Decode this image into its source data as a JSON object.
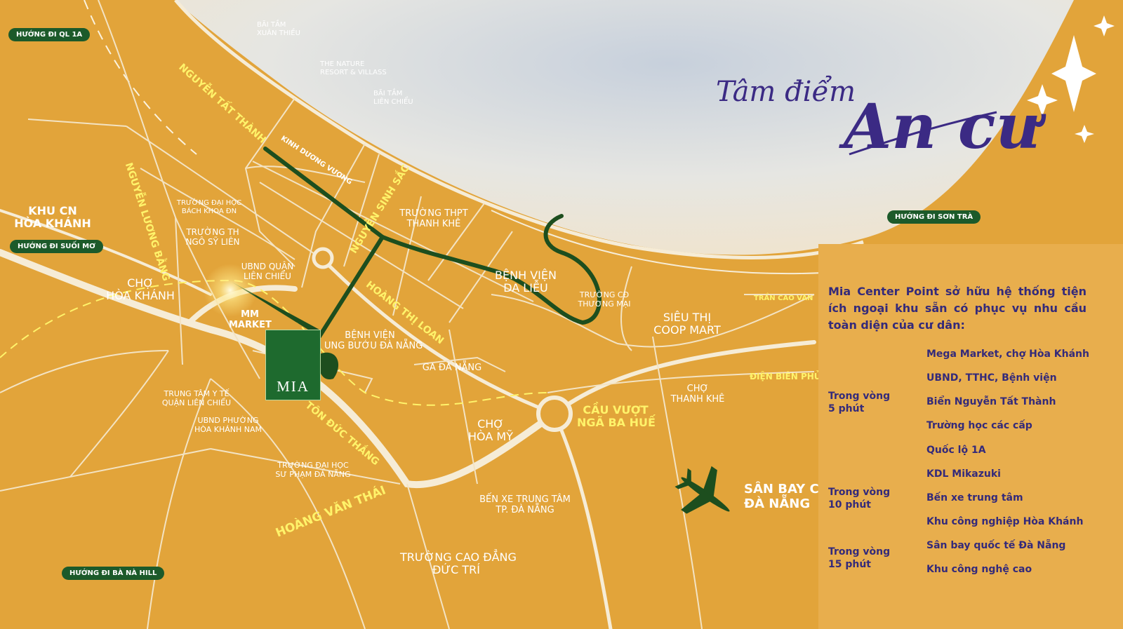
{
  "title": {
    "line1": "Tâm điểm",
    "line2": "An cư"
  },
  "logo": {
    "text": "MIA"
  },
  "directions": {
    "ql1a": "HƯỚNG ĐI QL 1A",
    "suoi_mo": "HƯỚNG ĐI SUỐI MƠ",
    "son_tra": "HƯỚNG ĐI SƠN TRÀ",
    "ba_na": "HƯỚNG ĐI BÀ NÀ HILL"
  },
  "streets": {
    "nguyen_tat_thanh": "NGUYỄN TẤT THÀNH",
    "nguyen_luong_bang": "NGUYỄN LƯƠNG BẰNG",
    "kinh_duong_vuong": "KINH DƯƠNG VƯƠNG",
    "nguyen_sinh_sac": "NGUYỄN SINH SẮC",
    "hoang_thi_loan": "HOÀNG THỊ LOAN",
    "ton_duc_thang": "TÔN ĐỨC THẮNG",
    "hoang_van_thai": "HOÀNG VĂN THÁI",
    "tran_cao_van": "TRẦN CAO VÂN",
    "dien_bien_phu": "ĐIỆN BIÊN PHỦ"
  },
  "places": {
    "bai_tam_xuan_thieu": "BÃI TẮM\nXUÂN THIỀU",
    "nature_resort": "THE NATURE\nRESORT & VILLASS",
    "bai_tam_lien_chieu": "BÃI TẮM\nLIÊN CHIỂU",
    "khu_cn_hoa_khanh": "KHU CN\nHÒA KHÁNH",
    "dh_bach_khoa": "TRƯỜNG ĐẠI HỌC\nBÁCH KHOA ĐN",
    "th_ngo_sy_lien": "TRƯỜNG TH\nNGÔ SỸ LIÊN",
    "ubnd_lien_chieu": "UBND QUẬN\nLIÊN CHIỂU",
    "cho_hoa_khanh": "CHỢ\nHÒA KHÁNH",
    "mm_market": "MM\nMARKET",
    "thpt_thanh_khe": "TRƯỜNG THPT\nTHANH KHÊ",
    "bv_da_lieu": "BỆNH VIỆN\nDA LIỄU",
    "cd_thuong_mai": "TRƯỜNG CĐ\nTHƯƠNG MẠI",
    "bv_ung_buou": "BỆNH VIỆN\nUNG BƯỚU ĐÀ NẴNG",
    "ga_da_nang": "GA ĐÀ NẴNG",
    "coop_mart": "SIÊU THỊ\nCOOP MART",
    "cho_thanh_khe": "CHỢ\nTHANH KHÊ",
    "ttyt_lien_chieu": "TRUNG TÂM Y TẾ\nQUẬN LIÊN CHIỂU",
    "ubnd_hoa_khanh_nam": "UBND PHƯỜNG\nHÒA KHÁNH NAM",
    "dh_su_pham": "TRƯỜNG ĐẠI HỌC\nSƯ PHẠM ĐÀ NẴNG",
    "cho_hoa_my": "CHỢ\nHÒA MỸ",
    "ben_xe": "BẾN XE TRUNG TÂM\nTP. ĐÀ NẴNG",
    "cd_duc_tri": "TRƯỜNG CAO ĐẲNG\nĐỨC TRÍ",
    "cau_vuot": "CẦU VƯỢT\nNGÃ BA HUẾ",
    "san_bay": "SÂN BAY C\nĐÀ NẴNG"
  },
  "panel": {
    "intro": "Mia Center Point sở hữu hệ thống tiện ích ngoại khu sẵn có phục vụ nhu cầu toàn diện của cư dân:",
    "groups": [
      {
        "label": "Trong vòng\n5 phút",
        "items": [
          "Mega Market, chợ Hòa Khánh",
          "UBND, TTHC, Bệnh viện",
          "Biển Nguyễn Tất Thành",
          "Trường học các cấp",
          "Quốc lộ 1A"
        ]
      },
      {
        "label": "Trong vòng\n10 phút",
        "items": [
          "KDL Mikazuki",
          "Bến xe trung tâm",
          "Khu công nghiệp Hòa Khánh"
        ]
      },
      {
        "label": "Trong vòng\n15 phút",
        "items": [
          "Sân bay quốc tế Đà Nẵng",
          "Khu công nghệ cao"
        ]
      }
    ]
  },
  "colors": {
    "background": "#e2a43a",
    "road": "#f6ecd6",
    "green": "#1d4e1e",
    "sea": "#e4e4e0",
    "text_dark": "#342a7a",
    "street_label": "#fff36a"
  },
  "icons": {
    "airplane": "airplane-icon",
    "sparkles": "sparkle-icon",
    "logo_mark": "mia-logo-icon"
  }
}
